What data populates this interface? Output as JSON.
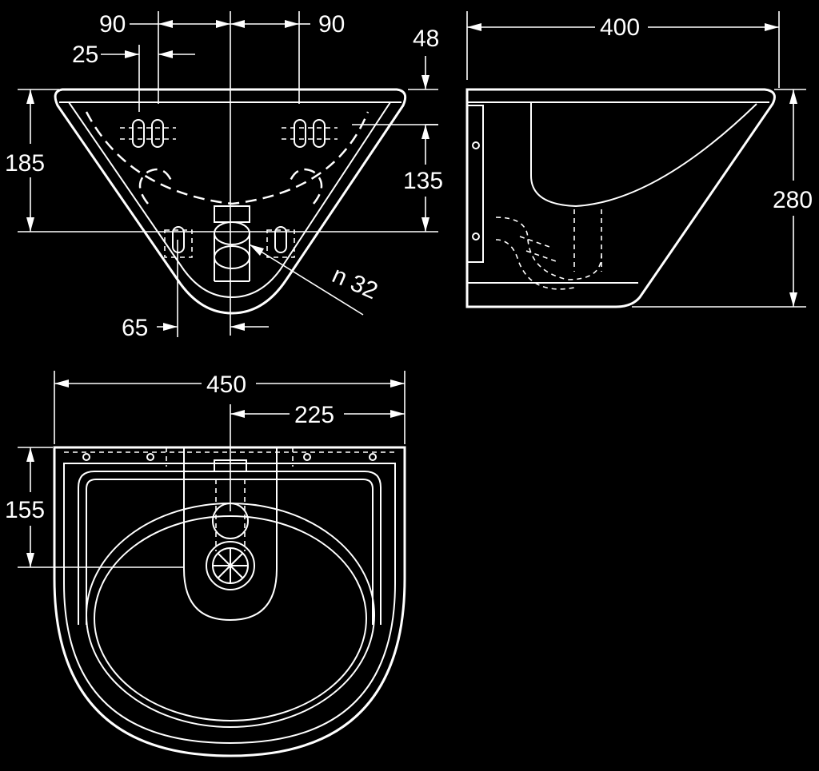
{
  "colors": {
    "background": "#000000",
    "line": "#ffffff"
  },
  "front_view": {
    "dims": {
      "left_90": "90",
      "right_90": "90",
      "offset_25": "25",
      "depth_48": "48",
      "height_185": "185",
      "height_135": "135",
      "offset_65": "65",
      "pipe": "n 32"
    }
  },
  "side_view": {
    "dims": {
      "width_400": "400",
      "height_280": "280"
    }
  },
  "top_view": {
    "dims": {
      "width_450": "450",
      "half_225": "225",
      "depth_155": "155"
    }
  }
}
